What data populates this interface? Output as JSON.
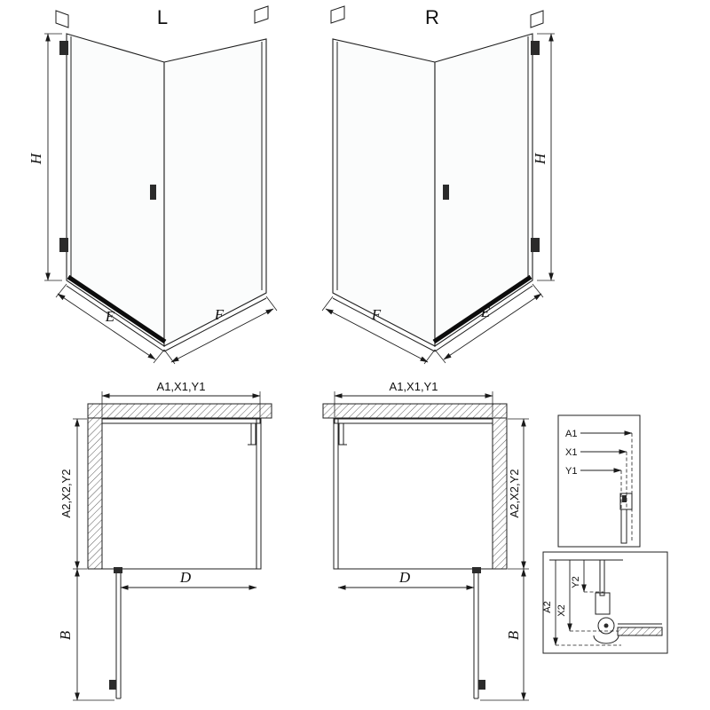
{
  "labels": {
    "left_variant": "L",
    "right_variant": "R",
    "height": "H",
    "door_width": "E",
    "fixed_width": "F",
    "top_dimensions": "A1,X1,Y1",
    "side_dimensions": "A2,X2,Y2",
    "opening_width": "D",
    "door_projection": "B",
    "detail_top": {
      "a1": "A1",
      "x1": "X1",
      "y1": "Y1"
    },
    "detail_bottom": {
      "a2": "A2",
      "x2": "X2",
      "y2": "Y2"
    }
  },
  "colors": {
    "background": "#ffffff",
    "line": "#1f1f1f",
    "fill_dark": "#2b2b2b",
    "glass": "#fbfcfc"
  }
}
